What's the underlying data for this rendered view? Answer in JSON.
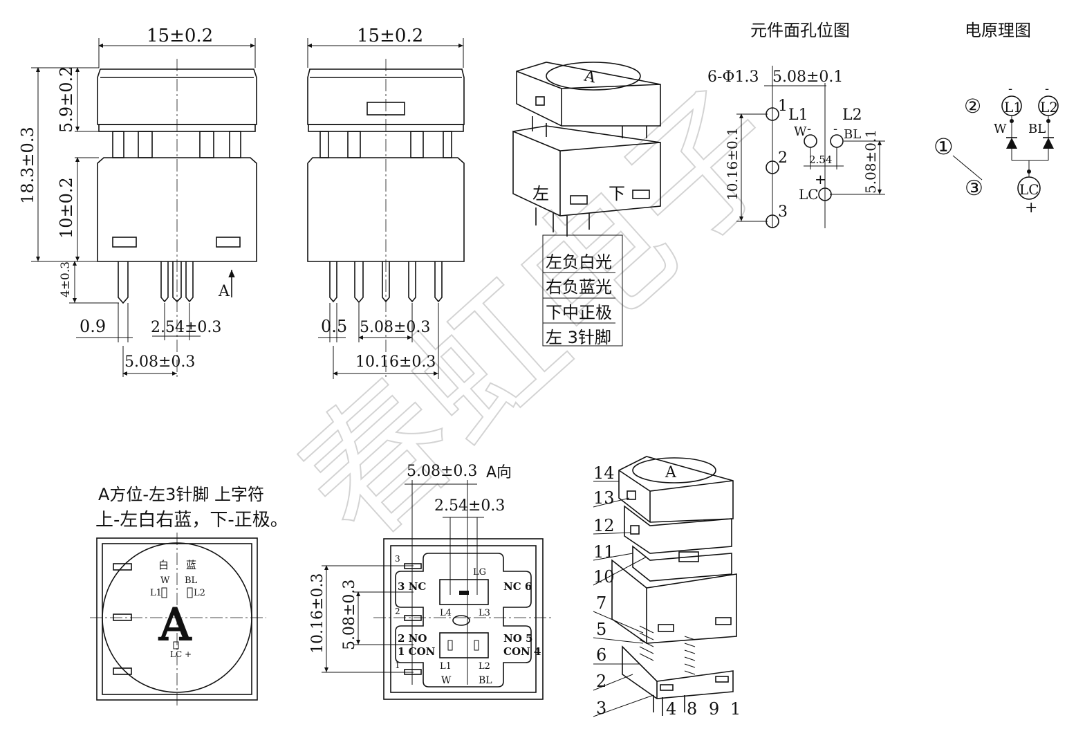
{
  "front_view": {
    "width": "15±0.2",
    "height_total": "18.3±0.3",
    "cap_height": "5.9±0.2",
    "body_height": "10±0.2",
    "pin_length": "4±0.3",
    "pin_dia": "0.9",
    "pin_pitch": "2.54±0.3",
    "pin_span": "5.08±0.3",
    "view_arrow": "A"
  },
  "side_view": {
    "width": "15±0.2",
    "pin_dia": "0.5",
    "pin_pitch": "5.08±0.3",
    "pin_span": "10.16±0.3"
  },
  "iso_view": {
    "cap_letter": "A",
    "left_label": "左",
    "bottom_label": "下",
    "notes": [
      "左负白光",
      "右负蓝光",
      "下中正极",
      "左 3针脚"
    ]
  },
  "hole_layout": {
    "title": "元件面孔位图",
    "holes": "6-Φ1.3",
    "pitch_top": "5.08±0.1",
    "pin_1": "1",
    "pin_2": "2",
    "pin_3": "3",
    "l1": "L1",
    "l2": "L2",
    "w": "W",
    "bl": "BL",
    "lc": "LC",
    "minus": "-",
    "plus": "+",
    "pitch_led": "2.54",
    "vertical_span": "10.16±0.1",
    "vertical_led": "5.08±0.1"
  },
  "schematic": {
    "title": "电原理图",
    "n2": "②",
    "n1": "①",
    "n3": "③",
    "l1": "L1",
    "l2": "L2",
    "lc": "LC",
    "w": "W",
    "bl": "BL",
    "minus": "-",
    "plus": "+"
  },
  "orientation_view": {
    "caption_line1": "A方位-左3针脚  上字符",
    "caption_line2": "上-左白右蓝，下-正极。",
    "white": "白",
    "blue": "蓝",
    "w": "W",
    "bl": "BL",
    "l1": "L1",
    "l2": "L2",
    "letter": "A",
    "lc": "LC +"
  },
  "bottom_view": {
    "title": "A向",
    "pitch_outer": "5.08±0.3",
    "pitch_inner": "2.54±0.3",
    "span_outer": "10.16±0.3",
    "span_inner": "5.08±0.3",
    "pin3": "3",
    "pin2": "2",
    "pin1": "1",
    "nc_left": "3 NC",
    "nc_right": "NC 6",
    "no_left": "2 NO",
    "com_left": "1 CON",
    "no_right": "NO 5",
    "com_right": "CON 4",
    "lg": "LG",
    "l4": "L4",
    "l3": "L3",
    "l1": "L1",
    "l2": "L2",
    "w": "W",
    "bl": "BL"
  },
  "exploded_view": {
    "cap_letter": "A",
    "parts": [
      "14",
      "13",
      "12",
      "11",
      "10",
      "7",
      "5",
      "6",
      "2",
      "3",
      "4",
      "8",
      "9",
      "1"
    ]
  },
  "watermark": "春虹电子"
}
